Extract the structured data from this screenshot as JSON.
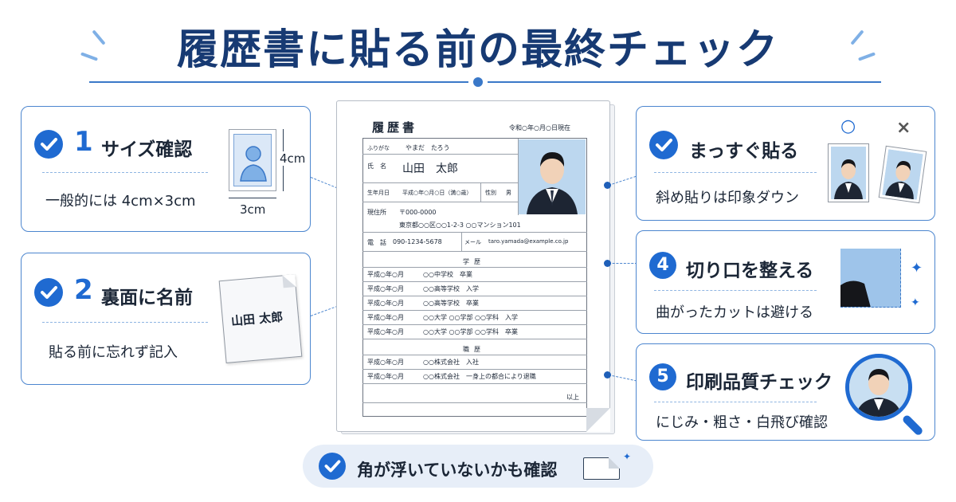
{
  "title": "履歴書に貼る前の最終チェック",
  "colors": {
    "accent": "#1f6ad1",
    "title": "#173a73",
    "border": "#4c86cf"
  },
  "cards": [
    {
      "number": "1",
      "title": "サイズ確認",
      "desc": "一般的には 4cm×3cm",
      "icon": "photo-size-icon",
      "height_label": "4cm",
      "width_label": "3cm"
    },
    {
      "number": "2",
      "title": "裏面に名前",
      "desc": "貼る前に忘れず記入",
      "icon": "name-paper-icon",
      "paper_name": "山田 太郎"
    },
    {
      "title": "まっすぐ貼る",
      "desc": "斜め貼りは印象ダウン",
      "icon": "straight-photo-icon",
      "good_mark": "○",
      "bad_mark": "×"
    },
    {
      "number": "4",
      "title": "切り口を整える",
      "desc": "曲がったカットは避ける",
      "icon": "cut-edge-icon"
    },
    {
      "number": "5",
      "title": "印刷品質チェック",
      "desc": "にじみ・粗さ・白飛び確認",
      "icon": "magnifier-icon"
    }
  ],
  "resume": {
    "heading": "履歴書",
    "date": "令和○年○月○日現在",
    "furigana_label": "ふりがな",
    "furigana": "やまだ　たろう",
    "name_label": "氏　名",
    "name": "山田　太郎",
    "birth_label": "生年月日",
    "birth": "平成○年○月○日（満○歳）",
    "gender_label": "性別",
    "gender": "男",
    "address_label": "現住所",
    "postal": "〒000-0000",
    "address": "東京都○○区○○1-2-3 ○○マンション101",
    "phone_label": "電　話",
    "phone": "090-1234-5678",
    "mail_label": "メール",
    "mail": "taro.yamada@example.co.jp",
    "education_header": "学歴",
    "education": [
      {
        "date": "平成○年○月",
        "text": "○○中学校　卒業"
      },
      {
        "date": "平成○年○月",
        "text": "○○高等学校　入学"
      },
      {
        "date": "平成○年○月",
        "text": "○○高等学校　卒業"
      },
      {
        "date": "平成○年○月",
        "text": "○○大学 ○○学部 ○○学科　入学"
      },
      {
        "date": "平成○年○月",
        "text": "○○大学 ○○学部 ○○学科　卒業"
      }
    ],
    "work_header": "職歴",
    "work": [
      {
        "date": "平成○年○月",
        "text": "○○株式会社　入社"
      },
      {
        "date": "平成○年○月",
        "text": "○○株式会社　一身上の都合により退職"
      }
    ],
    "end": "以上"
  },
  "bottom": {
    "text": "角が浮いていないかも確認",
    "icon": "corner-lift-icon"
  }
}
